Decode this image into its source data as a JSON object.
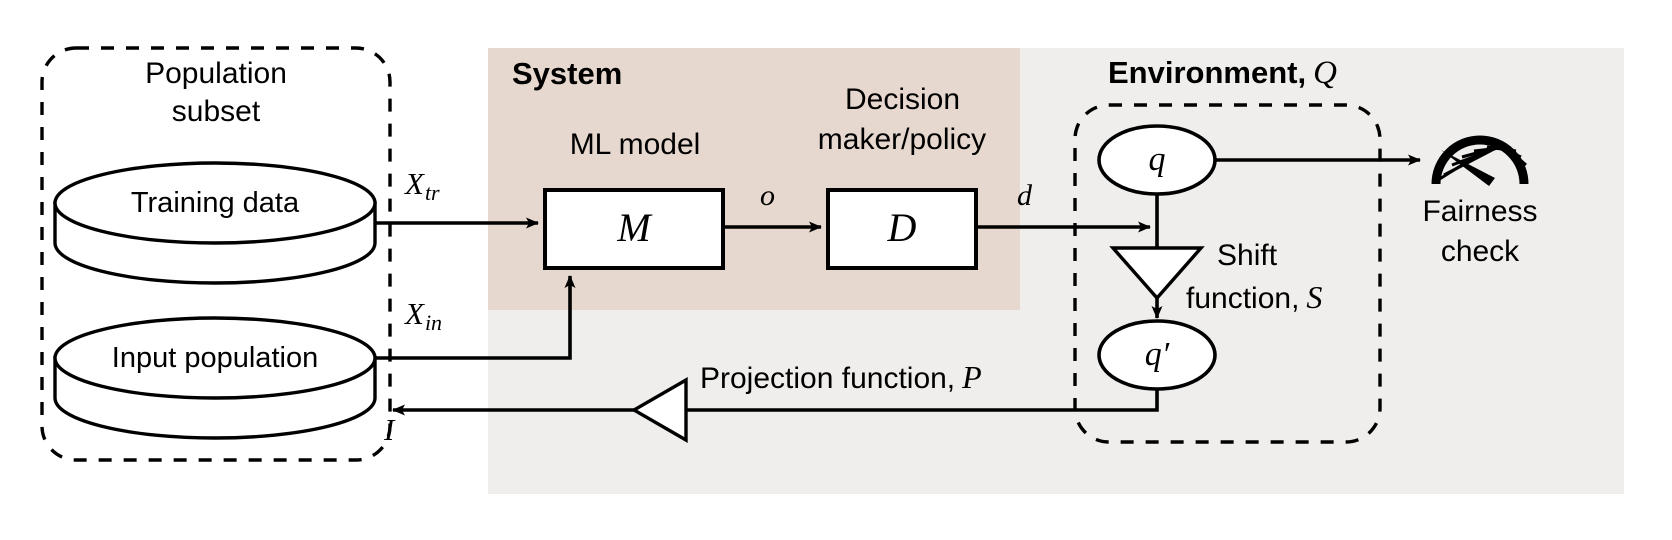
{
  "figure": {
    "type": "system-architecture-flow-diagram",
    "title_visible": false
  },
  "colors": {
    "system_panel": "#E6D8CE",
    "environment_panel": "#EFEEEC",
    "stroke": "#000000",
    "page_background": "#FFFFFF"
  },
  "population_group": {
    "title_line1": "Population",
    "title_line2": "subset",
    "boundary_label": "I",
    "databases": [
      {
        "label": "Training data"
      },
      {
        "label": "Input population"
      }
    ]
  },
  "system_panel": {
    "title": "System",
    "blocks": [
      {
        "caption": "ML model",
        "symbol": "M"
      },
      {
        "caption_line1": "Decision",
        "caption_line2": "maker/policy",
        "symbol": "D"
      }
    ]
  },
  "environment_panel": {
    "title": "Environment,",
    "title_symbol": "Q",
    "states": [
      {
        "symbol": "q"
      },
      {
        "symbol": "q′"
      }
    ],
    "shift_function": {
      "line1": "Shift",
      "line2": "function,",
      "symbol": "S"
    }
  },
  "fairness": {
    "line1": "Fairness",
    "line2": "check",
    "icon": "gauge-icon"
  },
  "edges": [
    {
      "name": "training-data-to-model",
      "label": "X",
      "sub": "tr"
    },
    {
      "name": "input-population-to-model",
      "label": "X",
      "sub": "in"
    },
    {
      "name": "model-to-decision",
      "label": "o"
    },
    {
      "name": "decision-to-environment",
      "label": "d"
    },
    {
      "name": "state-to-fairness-check",
      "label": ""
    },
    {
      "name": "projection-feedback",
      "label": "Projection function,",
      "symbol": "P"
    }
  ]
}
